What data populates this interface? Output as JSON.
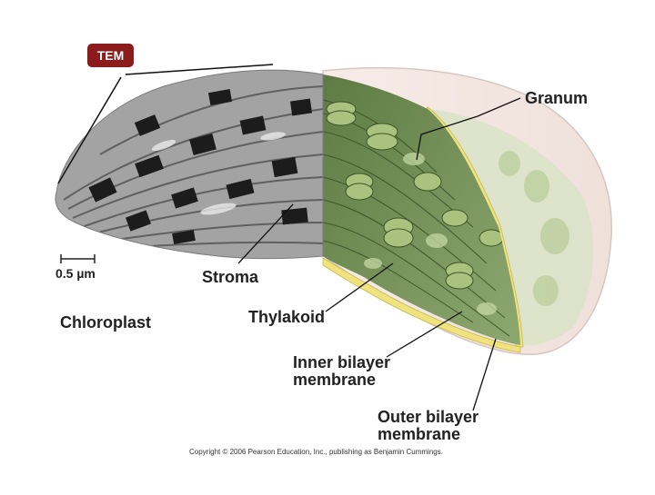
{
  "badge": {
    "tem": "TEM"
  },
  "scale_bar": {
    "label": "0.5 µm"
  },
  "labels": {
    "chloroplast": "Chloroplast",
    "granum": "Granum",
    "stroma": "Stroma",
    "thylakoid": "Thylakoid",
    "inner_line1": "Inner bilayer",
    "inner_line2": "membrane",
    "outer_line1": "Outer bilayer",
    "outer_line2": "membrane"
  },
  "copyright": "Copyright © 2006 Pearson Education, Inc., publishing as Benjamin Cummings.",
  "colors": {
    "tem_badge": "#8c1c1c",
    "tem_gray": "#9a9a9a",
    "grana_dark": "#1e1e1e",
    "thylakoid_green": "#6f8a4e",
    "stroma_light_green": "#c7d8b2",
    "inner_membrane_yellow": "#f0e48a",
    "outer_membrane_pink": "#f2e6e2"
  }
}
